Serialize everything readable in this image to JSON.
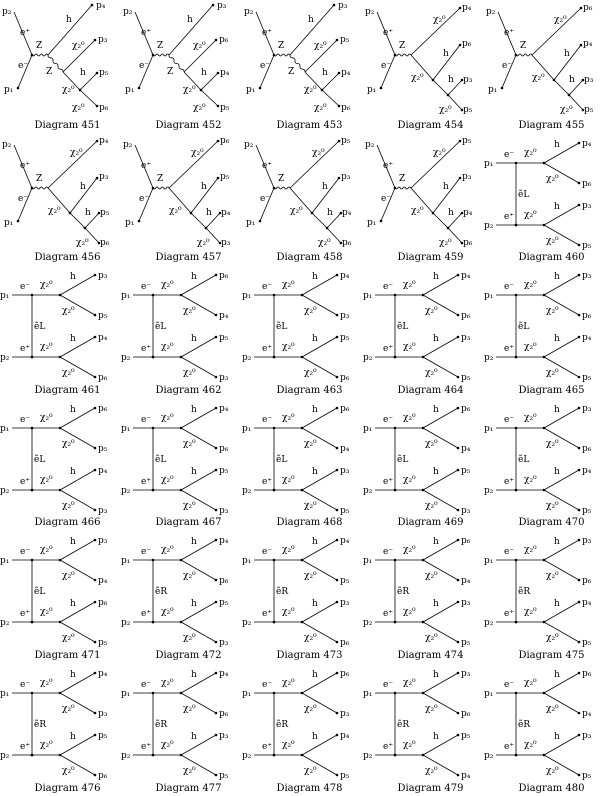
{
  "particles": {
    "chi": "χ₂⁰",
    "h": "h",
    "Z": "Z",
    "em": "e⁻",
    "ep": "e⁺",
    "p1": "p₁",
    "p2": "p₂",
    "eL": "ẽL",
    "eR": "ẽR"
  },
  "diagrams": [
    {
      "caption": "Diagram 451",
      "type": "s",
      "out": [
        "p₄",
        "p₃",
        "p₅",
        "p₆"
      ]
    },
    {
      "caption": "Diagram 452",
      "type": "s",
      "out": [
        "p₃",
        "p₆",
        "p₄",
        "p₅"
      ]
    },
    {
      "caption": "Diagram 453",
      "type": "s",
      "out": [
        "p₃",
        "p₅",
        "p₄",
        "p₆"
      ]
    },
    {
      "caption": "Diagram 454",
      "type": "s2",
      "out": [
        "p₄",
        "p₆",
        "p₃",
        "p₅"
      ]
    },
    {
      "caption": "Diagram 455",
      "type": "s2",
      "out": [
        "p₆",
        "p₄",
        "p₃",
        "p₅"
      ]
    },
    {
      "caption": "Diagram 456",
      "type": "s2",
      "out": [
        "p₄",
        "p₃",
        "p₅",
        "p₆"
      ]
    },
    {
      "caption": "Diagram 457",
      "type": "s2",
      "out": [
        "p₆",
        "p₅",
        "p₄",
        "p₃"
      ]
    },
    {
      "caption": "Diagram 458",
      "type": "s2",
      "out": [
        "p₅",
        "p₃",
        "p₄",
        "p₆"
      ]
    },
    {
      "caption": "Diagram 459",
      "type": "s2",
      "out": [
        "p₅",
        "p₃",
        "p₄",
        "p₆"
      ]
    },
    {
      "caption": "Diagram 460",
      "type": "t",
      "sel": "eL",
      "out": [
        "p₄",
        "p₆",
        "p₃",
        "p₅"
      ]
    },
    {
      "caption": "Diagram 461",
      "type": "t",
      "sel": "eL",
      "out": [
        "p₃",
        "p₅",
        "p₄",
        "p₆"
      ]
    },
    {
      "caption": "Diagram 462",
      "type": "t",
      "sel": "eL",
      "out": [
        "p₆",
        "p₄",
        "p₅",
        "p₃"
      ]
    },
    {
      "caption": "Diagram 463",
      "type": "t",
      "sel": "eL",
      "out": [
        "p₄",
        "p₃",
        "p₅",
        "p₆"
      ]
    },
    {
      "caption": "Diagram 464",
      "type": "t",
      "sel": "eL",
      "out": [
        "p₄",
        "p₆",
        "p₃",
        "p₅"
      ]
    },
    {
      "caption": "Diagram 465",
      "type": "t",
      "sel": "eL",
      "out": [
        "p₃",
        "p₆",
        "p₄",
        "p₅"
      ]
    },
    {
      "caption": "Diagram 466",
      "type": "t",
      "sel": "eL",
      "out": [
        "p₆",
        "p₅",
        "p₄",
        "p₃"
      ]
    },
    {
      "caption": "Diagram 467",
      "type": "t",
      "sel": "eL",
      "out": [
        "p₄",
        "p₆",
        "p₅",
        "p₃"
      ]
    },
    {
      "caption": "Diagram 468",
      "type": "t",
      "sel": "eL",
      "out": [
        "p₆",
        "p₄",
        "p₃",
        "p₅"
      ]
    },
    {
      "caption": "Diagram 469",
      "type": "t",
      "sel": "eL",
      "out": [
        "p₆",
        "p₄",
        "p₅",
        "p₃"
      ]
    },
    {
      "caption": "Diagram 470",
      "type": "t",
      "sel": "eL",
      "out": [
        "p₃",
        "p₆",
        "p₄",
        "p₅"
      ]
    },
    {
      "caption": "Diagram 471",
      "type": "t",
      "sel": "eL",
      "out": [
        "p₃",
        "p₄",
        "p₆",
        "p₅"
      ]
    },
    {
      "caption": "Diagram 472",
      "type": "t",
      "sel": "eR",
      "out": [
        "p₄",
        "p₆",
        "p₅",
        "p₃"
      ]
    },
    {
      "caption": "Diagram 473",
      "type": "t",
      "sel": "eR",
      "out": [
        "p₄",
        "p₅",
        "p₃",
        "p₆"
      ]
    },
    {
      "caption": "Diagram 474",
      "type": "t",
      "sel": "eR",
      "out": [
        "p₆",
        "p₄",
        "p₃",
        "p₅"
      ]
    },
    {
      "caption": "Diagram 475",
      "type": "t",
      "sel": "eR",
      "out": [
        "p₃",
        "p₆",
        "p₄",
        "p₅"
      ]
    },
    {
      "caption": "Diagram 476",
      "type": "t",
      "sel": "eR",
      "out": [
        "p₄",
        "p₃",
        "p₅",
        "p₆"
      ]
    },
    {
      "caption": "Diagram 477",
      "type": "t",
      "sel": "eR",
      "out": [
        "p₄",
        "p₆",
        "p₃",
        "p₅"
      ]
    },
    {
      "caption": "Diagram 478",
      "type": "t",
      "sel": "eR",
      "out": [
        "p₆",
        "p₃",
        "p₄",
        "p₅"
      ]
    },
    {
      "caption": "Diagram 479",
      "type": "t",
      "sel": "eR",
      "out": [
        "p₃",
        "p₆",
        "p₅",
        "p₄"
      ]
    },
    {
      "caption": "Diagram 480",
      "type": "t",
      "sel": "eR",
      "out": [
        "p₆",
        "p₄",
        "p₃",
        "p₅"
      ]
    }
  ]
}
